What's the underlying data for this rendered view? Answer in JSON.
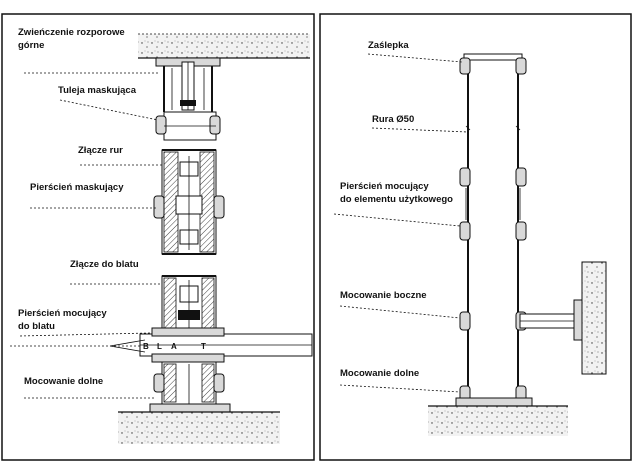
{
  "left_panel": {
    "labels": {
      "top_spreader": "Zwieńczenie rozporowe",
      "top_spreader_2": "górne",
      "sleeve": "Tuleja maskująca",
      "pipe_connector": "Złącze rur",
      "masking_ring": "Pierścień maskujący",
      "table_connector": "Złącze do blatu",
      "table_ring": "Pierścień mocujący",
      "table_ring_2": "do blatu",
      "bottom_mount": "Mocowanie dolne"
    },
    "blat_letters": [
      "B",
      "L",
      "A",
      "T"
    ]
  },
  "right_panel": {
    "labels": {
      "cap": "Zaślepka",
      "pipe": "Rura Ø50",
      "utility_ring": "Pierścień mocujący",
      "utility_ring_2": "do elementu użytkowego",
      "side_mount": "Mocowanie boczne",
      "bottom_mount": "Mocowanie dolne"
    }
  }
}
